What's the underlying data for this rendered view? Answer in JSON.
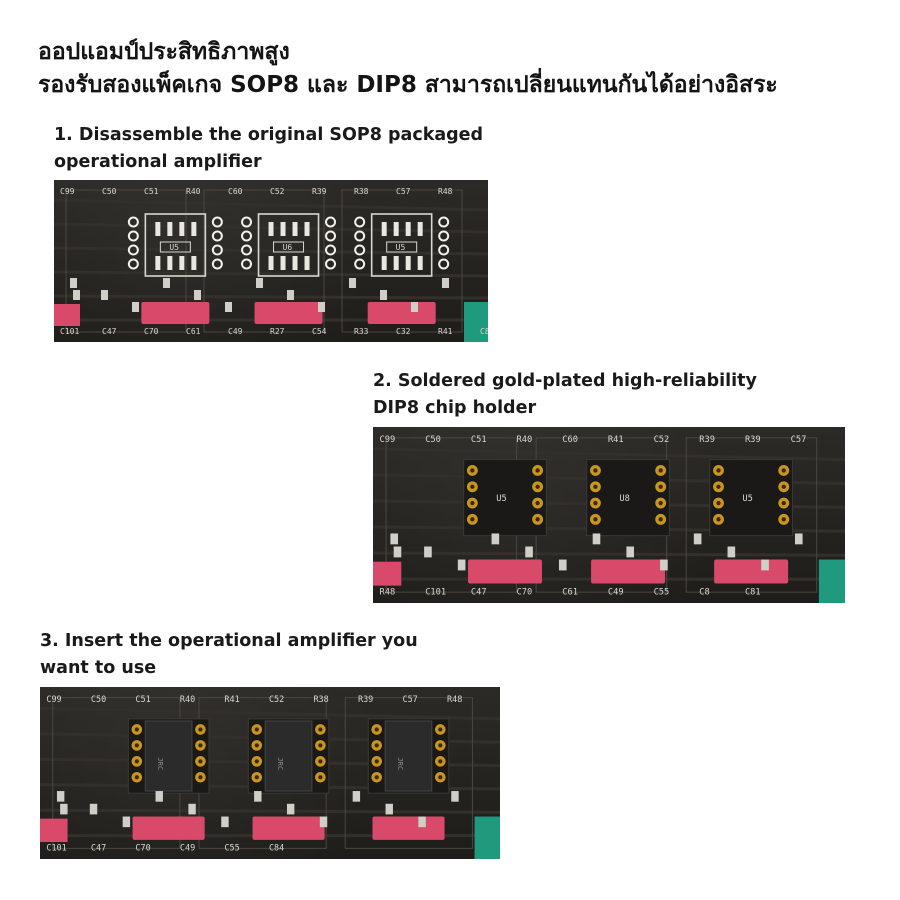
{
  "headline": {
    "line1": "ออปแอมป์ประสิทธิภาพสูง",
    "line2": "รองรับสองแพ็คเกจ SOP8 และ DIP8 สามารถเปลี่ยนแทนกันได้อย่างอิสระ"
  },
  "steps": [
    {
      "title_line1": "1. Disassemble the original SOP8 packaged",
      "title_line2": "operational amplifier",
      "chips": [
        "U5",
        "U6",
        "U5"
      ],
      "labels": [
        "C99",
        "C50",
        "C51",
        "R40",
        "C60",
        "C52",
        "R39",
        "R38",
        "C57",
        "R48",
        "C101",
        "C47",
        "C70",
        "C61",
        "C49",
        "R27",
        "C54",
        "R33",
        "C32",
        "R41",
        "C8"
      ]
    },
    {
      "title_line1": "2. Soldered gold-plated high-reliability",
      "title_line2": "DIP8 chip holder",
      "chips": [
        "U5",
        "U8",
        "U5"
      ],
      "labels": [
        "C99",
        "C50",
        "C51",
        "R40",
        "C60",
        "R41",
        "C52",
        "R39",
        "R39",
        "C57",
        "R48",
        "C101",
        "C47",
        "C70",
        "C61",
        "C49",
        "C55",
        "C8",
        "C81"
      ]
    },
    {
      "title_line1": "3. Insert the operational amplifier you",
      "title_line2": "want to use",
      "chips": [
        "JRC",
        "JRC",
        "JRC"
      ],
      "labels": [
        "C99",
        "C50",
        "C51",
        "R40",
        "R41",
        "C52",
        "R38",
        "R39",
        "C57",
        "R48",
        "C101",
        "C47",
        "C70",
        "C49",
        "C55",
        "C84"
      ]
    }
  ],
  "colors": {
    "pcb": "#262421",
    "silkscreen": "#d8d8d0",
    "capacitor": "#d94a6a",
    "gold": "#c8961e",
    "green": "#1f9a7c"
  }
}
